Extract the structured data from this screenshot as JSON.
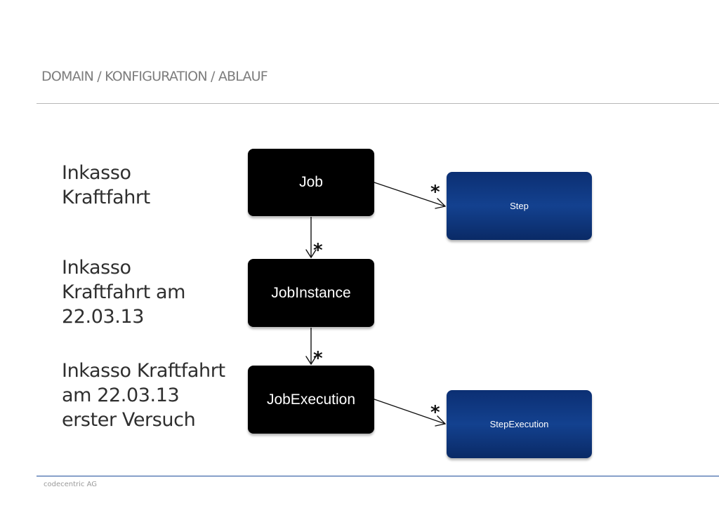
{
  "title": "DOMAIN / KONFIGURATION / ABLAUF",
  "footer": "codecentric AG",
  "labels": [
    {
      "lines": [
        "Inkasso",
        "Kraftfahrt"
      ]
    },
    {
      "lines": [
        "Inkasso",
        "Kraftfahrt am",
        "22.03.13"
      ]
    },
    {
      "lines": [
        "Inkasso Kraftfahrt",
        "am 22.03.13",
        "erster Versuch"
      ]
    }
  ],
  "nodes": {
    "job": "Job",
    "job_instance": "JobInstance",
    "job_execution": "JobExecution",
    "step": "Step",
    "step_execution": "StepExecution"
  },
  "multiplicities": {
    "job_to_step": "*",
    "job_to_instance": "*",
    "instance_to_execution": "*",
    "execution_to_step_execution": "*"
  },
  "colors": {
    "black_node": "#000000",
    "blue_node": "#13418f",
    "header_rule": "#b8b8b8",
    "footer_rule": "#1f4e9a"
  }
}
